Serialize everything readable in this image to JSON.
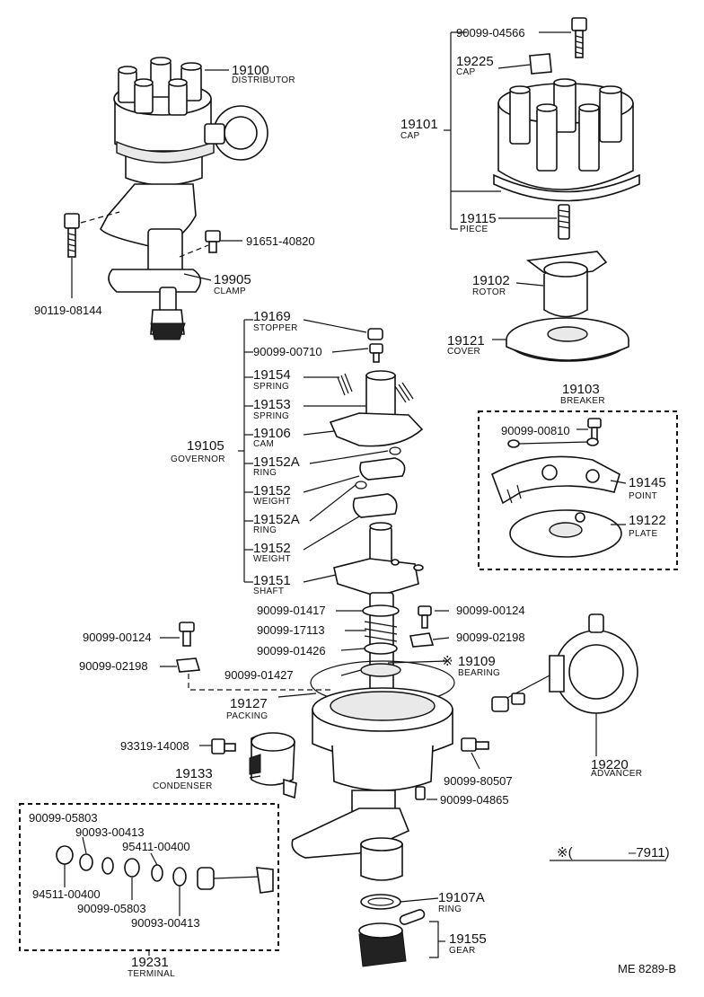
{
  "labels": {
    "distributor": {
      "num": "19100",
      "name": "DISTRIBUTOR"
    },
    "bolt_90119": {
      "num": "90119-08144"
    },
    "bolt_91651": {
      "num": "91651-40820"
    },
    "clamp": {
      "num": "19905",
      "name": "CLAMP"
    },
    "screw_04566": {
      "num": "90099-04566"
    },
    "cap_sub": {
      "num": "19225",
      "name": "CAP"
    },
    "cap": {
      "num": "19101",
      "name": "CAP"
    },
    "piece": {
      "num": "19115",
      "name": "PIECE"
    },
    "rotor": {
      "num": "19102",
      "name": "ROTOR"
    },
    "cover": {
      "num": "19121",
      "name": "COVER"
    },
    "stopper": {
      "num": "19169",
      "name": "STOPPER"
    },
    "screw_00710": {
      "num": "90099-00710"
    },
    "spring_19154": {
      "num": "19154",
      "name": "SPRING"
    },
    "spring_19153": {
      "num": "19153",
      "name": "SPRING"
    },
    "cam": {
      "num": "19106",
      "name": "CAM"
    },
    "governor": {
      "num": "19105",
      "name": "GOVERNOR"
    },
    "ring_a1": {
      "num": "19152A",
      "name": "RING"
    },
    "weight_1": {
      "num": "19152",
      "name": "WEIGHT"
    },
    "ring_a2": {
      "num": "19152A",
      "name": "RING"
    },
    "weight_2": {
      "num": "19152",
      "name": "WEIGHT"
    },
    "shaft": {
      "num": "19151",
      "name": "SHAFT"
    },
    "breaker": {
      "num": "19103",
      "name": "BREAKER"
    },
    "screw_00810": {
      "num": "90099-00810"
    },
    "point": {
      "num": "19145",
      "name": "POINT"
    },
    "plate": {
      "num": "19122",
      "name": "PLATE"
    },
    "washer_01417": {
      "num": "90099-01417"
    },
    "spring_17113": {
      "num": "90099-17113"
    },
    "washer_01426": {
      "num": "90099-01426"
    },
    "washer_01427": {
      "num": "90099-01427"
    },
    "screw_00124_r": {
      "num": "90099-00124"
    },
    "clip_02198_r": {
      "num": "90099-02198"
    },
    "bearing": {
      "mark": "※",
      "num": "19109",
      "name": "BEARING"
    },
    "screw_00124_l": {
      "num": "90099-00124"
    },
    "clip_02198_l": {
      "num": "90099-02198"
    },
    "packing": {
      "num": "19127",
      "name": "PACKING"
    },
    "advancer": {
      "num": "19220",
      "name": "ADVANCER"
    },
    "bolt_93319": {
      "num": "93319-14008"
    },
    "condenser": {
      "num": "19133",
      "name": "CONDENSER"
    },
    "screw_80507": {
      "num": "90099-80507"
    },
    "screw_04865": {
      "num": "90099-04865"
    },
    "nut_05803_a": {
      "num": "90099-05803"
    },
    "washer_00413_a": {
      "num": "90093-00413"
    },
    "washer_00400_a": {
      "num": "95411-00400"
    },
    "washer_00400_b": {
      "num": "94511-00400"
    },
    "nut_05803_b": {
      "num": "90099-05803"
    },
    "washer_00413_b": {
      "num": "90093-00413"
    },
    "terminal": {
      "num": "19231",
      "name": "TERMINAL"
    },
    "ring_19107": {
      "num": "19107A",
      "name": "RING"
    },
    "gear": {
      "num": "19155",
      "name": "GEAR"
    }
  },
  "footnote": {
    "mark": "※(",
    "range": "–7911)"
  },
  "ref_code": "ME  8289-B"
}
